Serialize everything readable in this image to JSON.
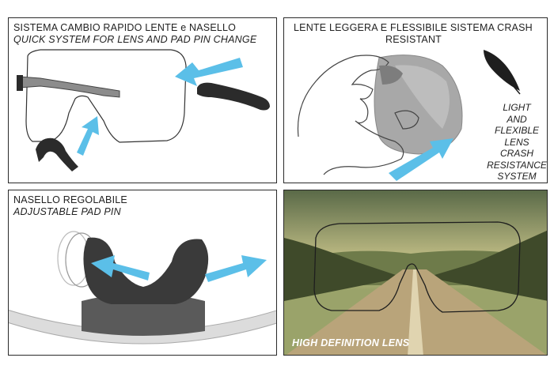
{
  "panel1": {
    "title": "SISTEMA CAMBIO RAPIDO LENTE e NASELLO",
    "subtitle": "QUICK SYSTEM FOR LENS AND PAD PIN CHANGE"
  },
  "panel2": {
    "title_line1": "LENTE LEGGERA E FLESSIBILE SISTEMA CRASH",
    "title_line2": "RESISTANT",
    "side_lines": [
      "LIGHT",
      "AND FLEXIBLE",
      "LENS",
      "CRASH",
      "RESISTANCE",
      "SYSTEM"
    ],
    "icon": "feather-icon"
  },
  "panel3": {
    "title": "NASELLO REGOLABILE",
    "subtitle": "ADJUSTABLE PAD PIN"
  },
  "panel4": {
    "caption": "HIGH DEFINITION LENS"
  },
  "colors": {
    "arrow": "#5bbfe8",
    "frame_dark": "#2b2b2b",
    "lens_grey": "#9a9a9a"
  }
}
